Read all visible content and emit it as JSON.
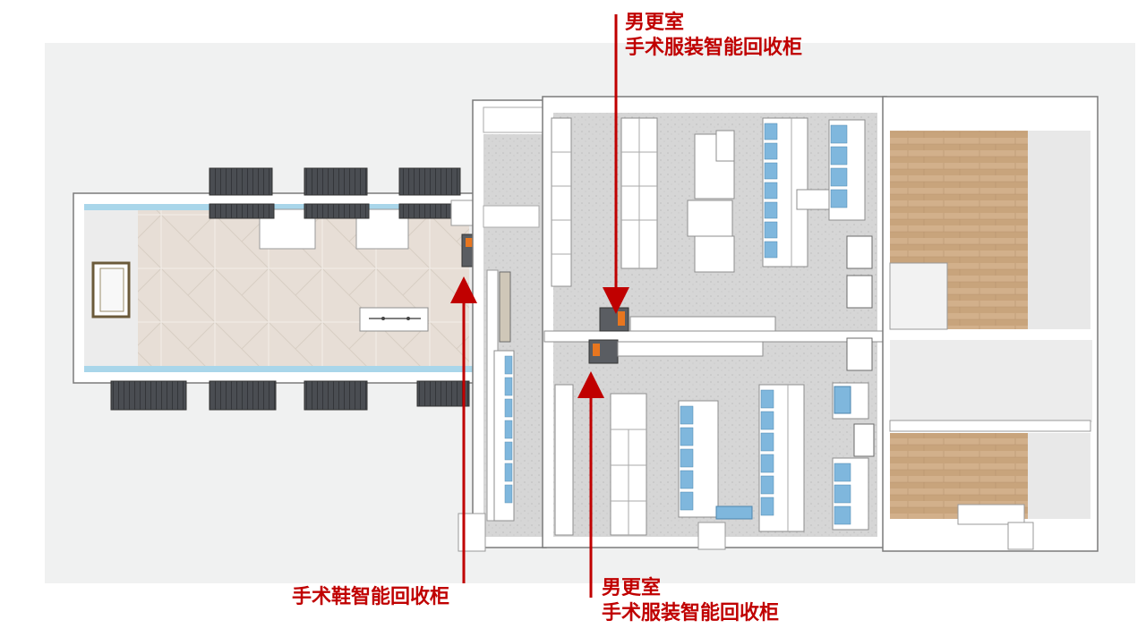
{
  "annotations": {
    "top": {
      "line1": "男更室",
      "line2": "手术服装智能回收柜"
    },
    "bottom": {
      "line1": "男更室",
      "line2": "手术服装智能回收柜"
    },
    "shoe": {
      "line1": "手术鞋智能回收柜"
    }
  },
  "colors": {
    "annotation": "#c00000",
    "wall": "#ffffff",
    "wall_edge": "#555555",
    "floor_stone": "#e6ddd4",
    "floor_concrete": "#d9d9d9",
    "floor_wood": "#c9a983",
    "locker_blue": "#7fb7dd",
    "accent_orange": "#e8761f"
  }
}
